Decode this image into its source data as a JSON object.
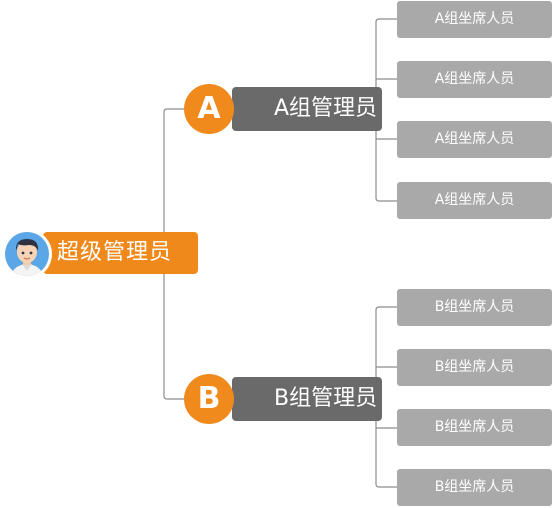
{
  "root": {
    "label": "超级管理员",
    "icon": "agent-avatar-icon"
  },
  "groups": [
    {
      "badge": "A",
      "label": "A组管理员",
      "members": [
        "A组坐席人员",
        "A组坐席人员",
        "A组坐席人员",
        "A组坐席人员"
      ]
    },
    {
      "badge": "B",
      "label": "B组管理员",
      "members": [
        "B组坐席人员",
        "B组坐席人员",
        "B组坐席人员",
        "B组坐席人员"
      ]
    }
  ],
  "colors": {
    "root": "#f0891c",
    "badge": "#f08a1d",
    "group": "#6a6a6a",
    "leaf": "#a9a9a9",
    "connector": "#8c8c8c"
  }
}
